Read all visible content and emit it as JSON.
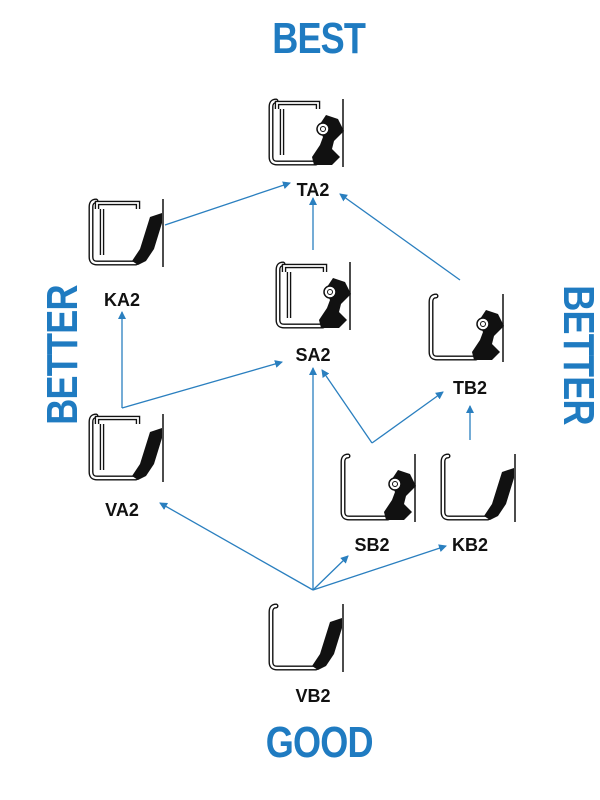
{
  "titles": {
    "top": "BEST",
    "bottom": "GOOD",
    "left": "BETTER",
    "right": "BETTER"
  },
  "colors": {
    "accent": "#1f7bc1",
    "arrow": "#2a7fbf",
    "seal": "#111111"
  },
  "nodes": [
    {
      "id": "TA2",
      "label": "TA2",
      "case": "double",
      "spring": true
    },
    {
      "id": "KA2",
      "label": "KA2",
      "case": "double",
      "spring": false
    },
    {
      "id": "SA2",
      "label": "SA2",
      "case": "double",
      "spring": true
    },
    {
      "id": "TB2",
      "label": "TB2",
      "case": "single",
      "spring": true
    },
    {
      "id": "VA2",
      "label": "VA2",
      "case": "double",
      "spring": false
    },
    {
      "id": "SB2",
      "label": "SB2",
      "case": "single",
      "spring": true
    },
    {
      "id": "KB2",
      "label": "KB2",
      "case": "single",
      "spring": false
    },
    {
      "id": "VB2",
      "label": "VB2",
      "case": "single",
      "spring": false
    }
  ],
  "edges": [
    [
      "KA2",
      "TA2"
    ],
    [
      "SA2",
      "TA2"
    ],
    [
      "TB2",
      "TA2"
    ],
    [
      "VA2",
      "KA2"
    ],
    [
      "VA2",
      "SA2"
    ],
    [
      "VB2",
      "VA2"
    ],
    [
      "VB2",
      "SA2"
    ],
    [
      "VB2",
      "SB2"
    ],
    [
      "VB2",
      "KB2"
    ],
    [
      "SB2",
      "SA2"
    ],
    [
      "SB2",
      "TB2"
    ],
    [
      "KB2",
      "TB2"
    ]
  ]
}
